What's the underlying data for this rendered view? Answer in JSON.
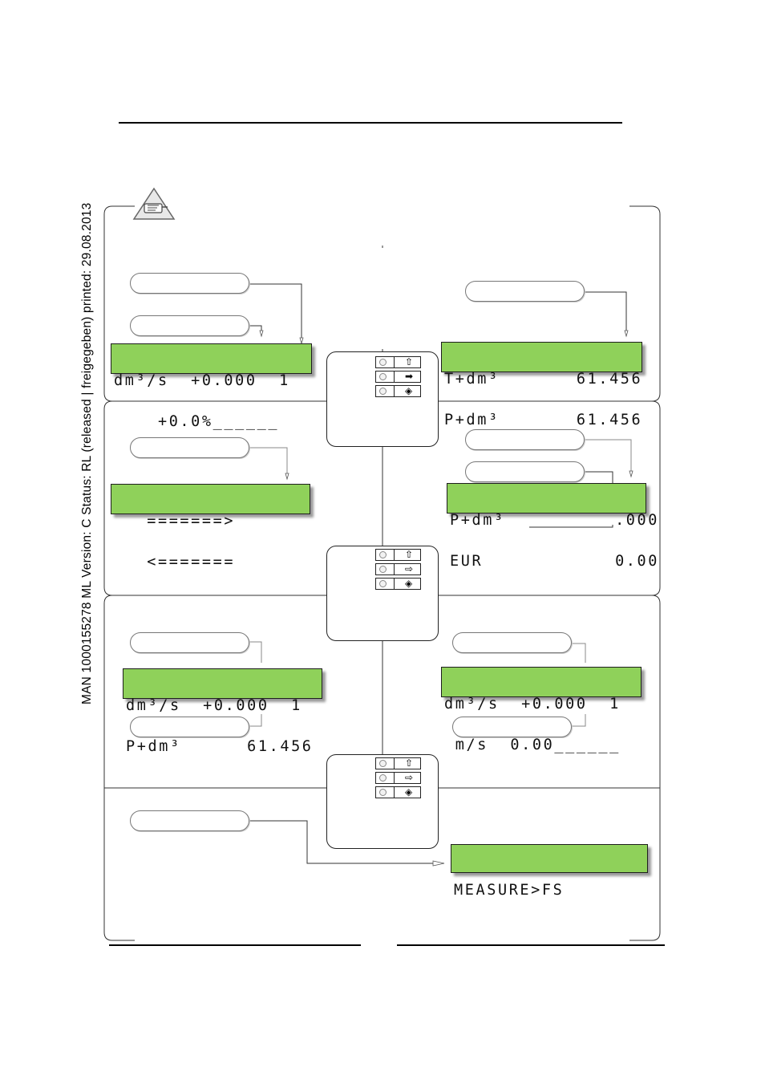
{
  "side_text": "MAN  1000155278  ML  Version: C  Status: RL (released | freigegeben)  printed: 29.08.2013",
  "icons": {
    "warning": "pointing-hand-warning-icon",
    "keys": [
      "up-arrow-icon",
      "right-arrow-icon",
      "enter-arrow-icon"
    ]
  },
  "colors": {
    "lcd": "#8fd15a",
    "lcd_text": "#111111"
  },
  "panel1": {
    "left_lcd": [
      "dm³/s  +0.000  1",
      "    +0.0%______"
    ],
    "right_lcd": [
      "T+dm³       61.456",
      "P+dm³       61.456"
    ]
  },
  "panel2": {
    "left_lcd": [
      "   =======>",
      "   <======="
    ],
    "right_lcd": [
      "P+dm³          .000",
      "EUR            0.00"
    ]
  },
  "panel3": {
    "left_lcd": [
      "dm³/s  +0.000  1",
      "P+dm³      61.456"
    ],
    "right_lcd": [
      "dm³/s  +0.000  1",
      " m/s  0.00______"
    ]
  },
  "panel4": {
    "menu_lcd": "MEASURE>FS"
  }
}
